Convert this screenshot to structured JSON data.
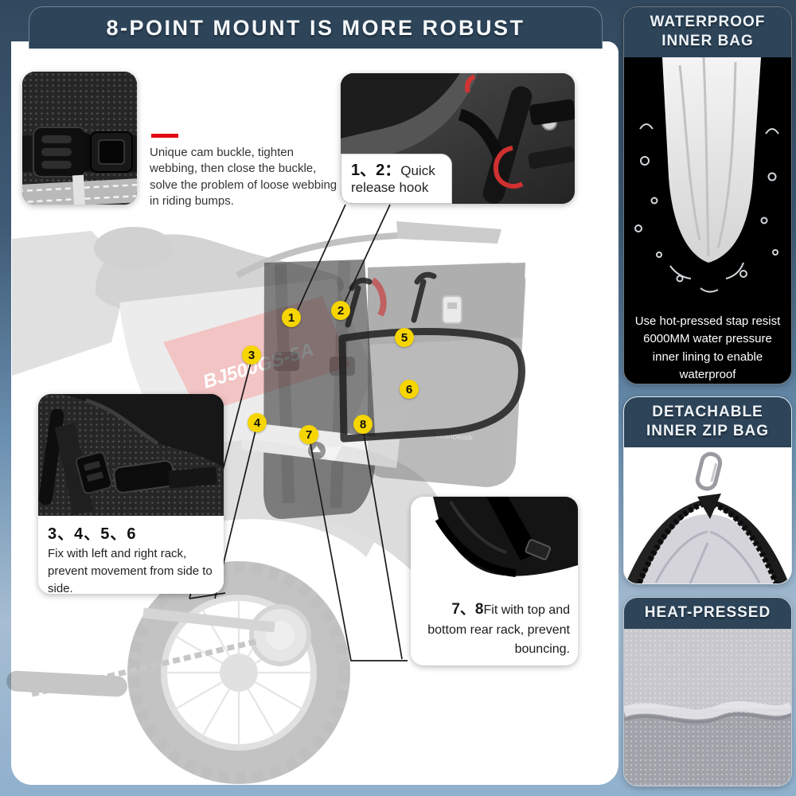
{
  "banner": {
    "title": "8-POINT MOUNT IS MORE ROBUST"
  },
  "cam_buckle": {
    "note": "Unique cam buckle, tighten webbing, then close the buckle, solve the problem of loose webbing in riding bumps."
  },
  "callouts": {
    "quick_release": {
      "numbers": "1、2：",
      "label": "Quick release hook"
    },
    "side_fix": {
      "numbers": "3、4、5、6",
      "label": "Fix with left and right rack, prevent movement from side to side."
    },
    "bottom_fix": {
      "numbers": "7、8",
      "label": "Fit with top and bottom rear rack, prevent bouncing."
    }
  },
  "markers": {
    "labels": [
      "1",
      "2",
      "3",
      "4",
      "5",
      "6",
      "7",
      "8"
    ]
  },
  "bike": {
    "decal": "BJ500GS-5A",
    "bag_brand": "Rhinowalk"
  },
  "side_panels": {
    "waterproof": {
      "title": "WATERPROOF INNER BAG",
      "description": "Use hot-pressed stap resist 6000MM water pressure inner lining to enable waterproof"
    },
    "zip_bag": {
      "title": "DETACHABLE INNER ZIP BAG"
    },
    "heat_pressed": {
      "title": "HEAT-PRESSED"
    }
  },
  "colors": {
    "navy_header": "#2d4459",
    "marker_yellow": "#f6d500",
    "accent_red": "#e30613",
    "background_top": "#32485d",
    "background_bottom": "#90b0cd"
  }
}
